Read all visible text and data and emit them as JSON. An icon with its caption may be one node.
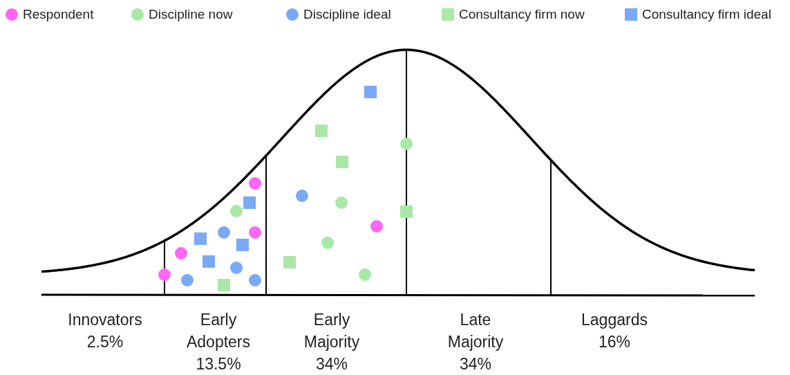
{
  "diagram": {
    "labels": [
      "Innovators 2.5%",
      "Early Adopters 13.5%",
      "Early Majority 34%",
      "Late Majority 34%",
      "Laggards 16%"
    ],
    "legend": [
      {
        "text": "Respondent",
        "color": "#ff66f5"
      },
      {
        "text": "Discipline now",
        "color": "#a9e8a6"
      },
      {
        "text": "Discipline ideal",
        "color": "#7aa9f7"
      },
      {
        "text": "Consultancy firm now",
        "color": "#a9e8a6"
      },
      {
        "text": "Consultancy firm ideal",
        "color": "#7aa9f7"
      }
    ]
  }
}
